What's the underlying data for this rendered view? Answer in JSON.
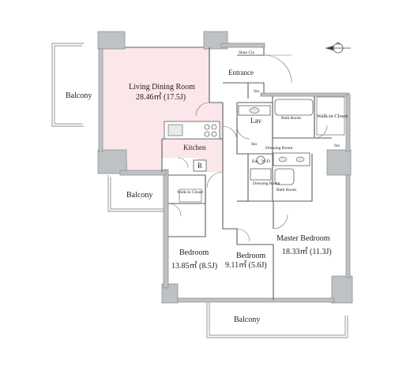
{
  "colors": {
    "living_fill": "#fbe6e9",
    "kitchen_fill": "#fbe6e9",
    "wall": "#bfc2c5"
  },
  "compass": {
    "symbol": "N",
    "icon": "north-arrow-icon"
  },
  "rooms": {
    "living": {
      "name": "Living Dining Room",
      "size": "28.46㎡ (17.5J)"
    },
    "kitchen": {
      "name": "Kitchen"
    },
    "entrance": {
      "name": "Entrance"
    },
    "shoe": {
      "name": "Shoe Clo"
    },
    "sto_entrance": {
      "name": "Sto"
    },
    "lav": {
      "name": "Lav"
    },
    "sto_lav": {
      "name": "Sto"
    },
    "bath1": {
      "name": "Bath Room"
    },
    "walkin1": {
      "name": "Walk-in Closet"
    },
    "sto_right": {
      "name": "Sto"
    },
    "dressing1": {
      "name": "Dressing Room"
    },
    "ein": {
      "name": "Ein"
    },
    "wd": {
      "name": "W/D"
    },
    "dressing2": {
      "name": "Dressing Room"
    },
    "bath2": {
      "name": "Bath Room"
    },
    "fridge": {
      "name": "R"
    },
    "walkin2": {
      "name": "Walk-in Closet"
    },
    "bedroom1": {
      "name": "Bedroom",
      "size": "13.85㎡ (8.5J)"
    },
    "bedroom2": {
      "name": "Bedroom",
      "size": "9.11㎡ (5.6J)"
    },
    "master": {
      "name": "Master Bedroom",
      "size": "18.33㎡ (11.3J)"
    }
  },
  "balconies": {
    "left": "Balcony",
    "middle": "Balcony",
    "bottom": "Balcony"
  }
}
